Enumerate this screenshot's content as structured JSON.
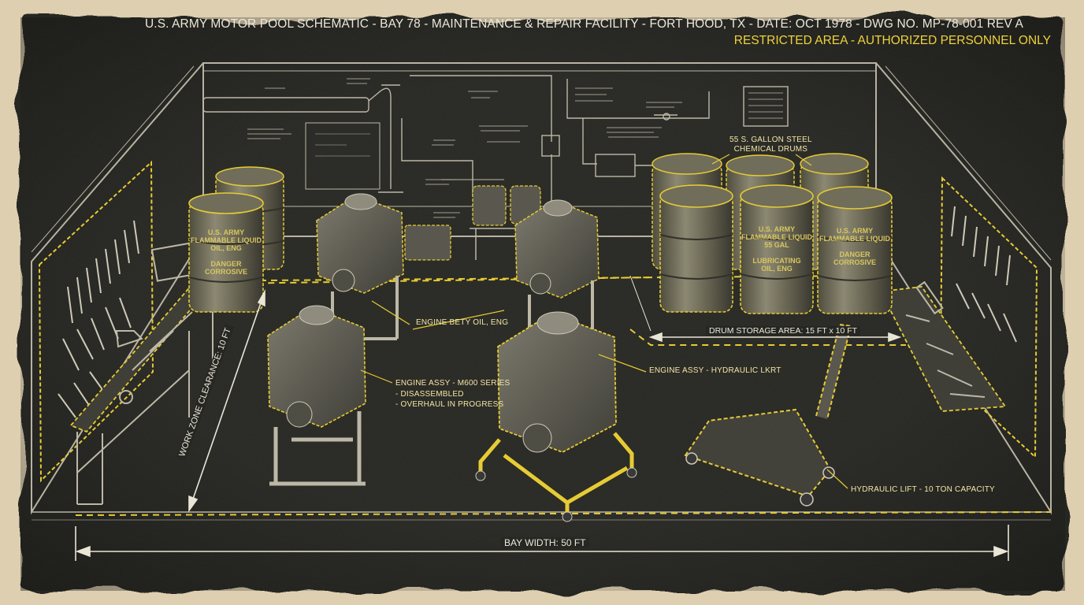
{
  "header": {
    "title": "U.S. ARMY MOTOR POOL SCHEMATIC - BAY 78 - MAINTENANCE & REPAIR FACILITY - FORT HOOD, TX - DATE: OCT 1978 - DWG NO. MP-78-001 REV A",
    "restricted": "RESTRICTED AREA - AUTHORIZED PERSONNEL ONLY"
  },
  "callouts": {
    "drums": "55 S. GALLON STEEL\nCHEMICAL DRUMS",
    "engine_oil": "ENGINE BETY OIL, ENG",
    "engine_m600_title": "ENGINE ASSY - M600 SERIES",
    "engine_m600_l1": "- DISASSEMBLED",
    "engine_m600_l2": "- OVERHAUL IN PROGRESS",
    "engine_hyd": "ENGINE ASSY - HYDRAULIC LKRT",
    "drum_area": "DRUM STORAGE AREA: 15 FT x 10 FT",
    "lift": "HYDRAULIC LIFT - 10 TON CAPACITY"
  },
  "dimensions": {
    "bay_width": "BAY WIDTH: 50 FT",
    "work_zone": "WORK ZONE CLEARANCE: 10 FT"
  },
  "drum_labels": {
    "left_front": "U.S. ARMY\nFLAMMABLE LIQUID\nOIL, ENG\n\nDANGER\nCORROSIVE",
    "center": "U.S. ARMY\nFLAMMABLE LIQUID\n55 GAL\n\nLUBRICATING\nOIL, ENG",
    "right": "U.S. ARMY\nFLAMMABLE LIQUID\n\nDANGER\nCORROSIVE"
  },
  "colors": {
    "board": "#262723",
    "chalk": "#d9d4c2",
    "highlight": "#e8cc2e",
    "paper": "#e7dcc4"
  }
}
